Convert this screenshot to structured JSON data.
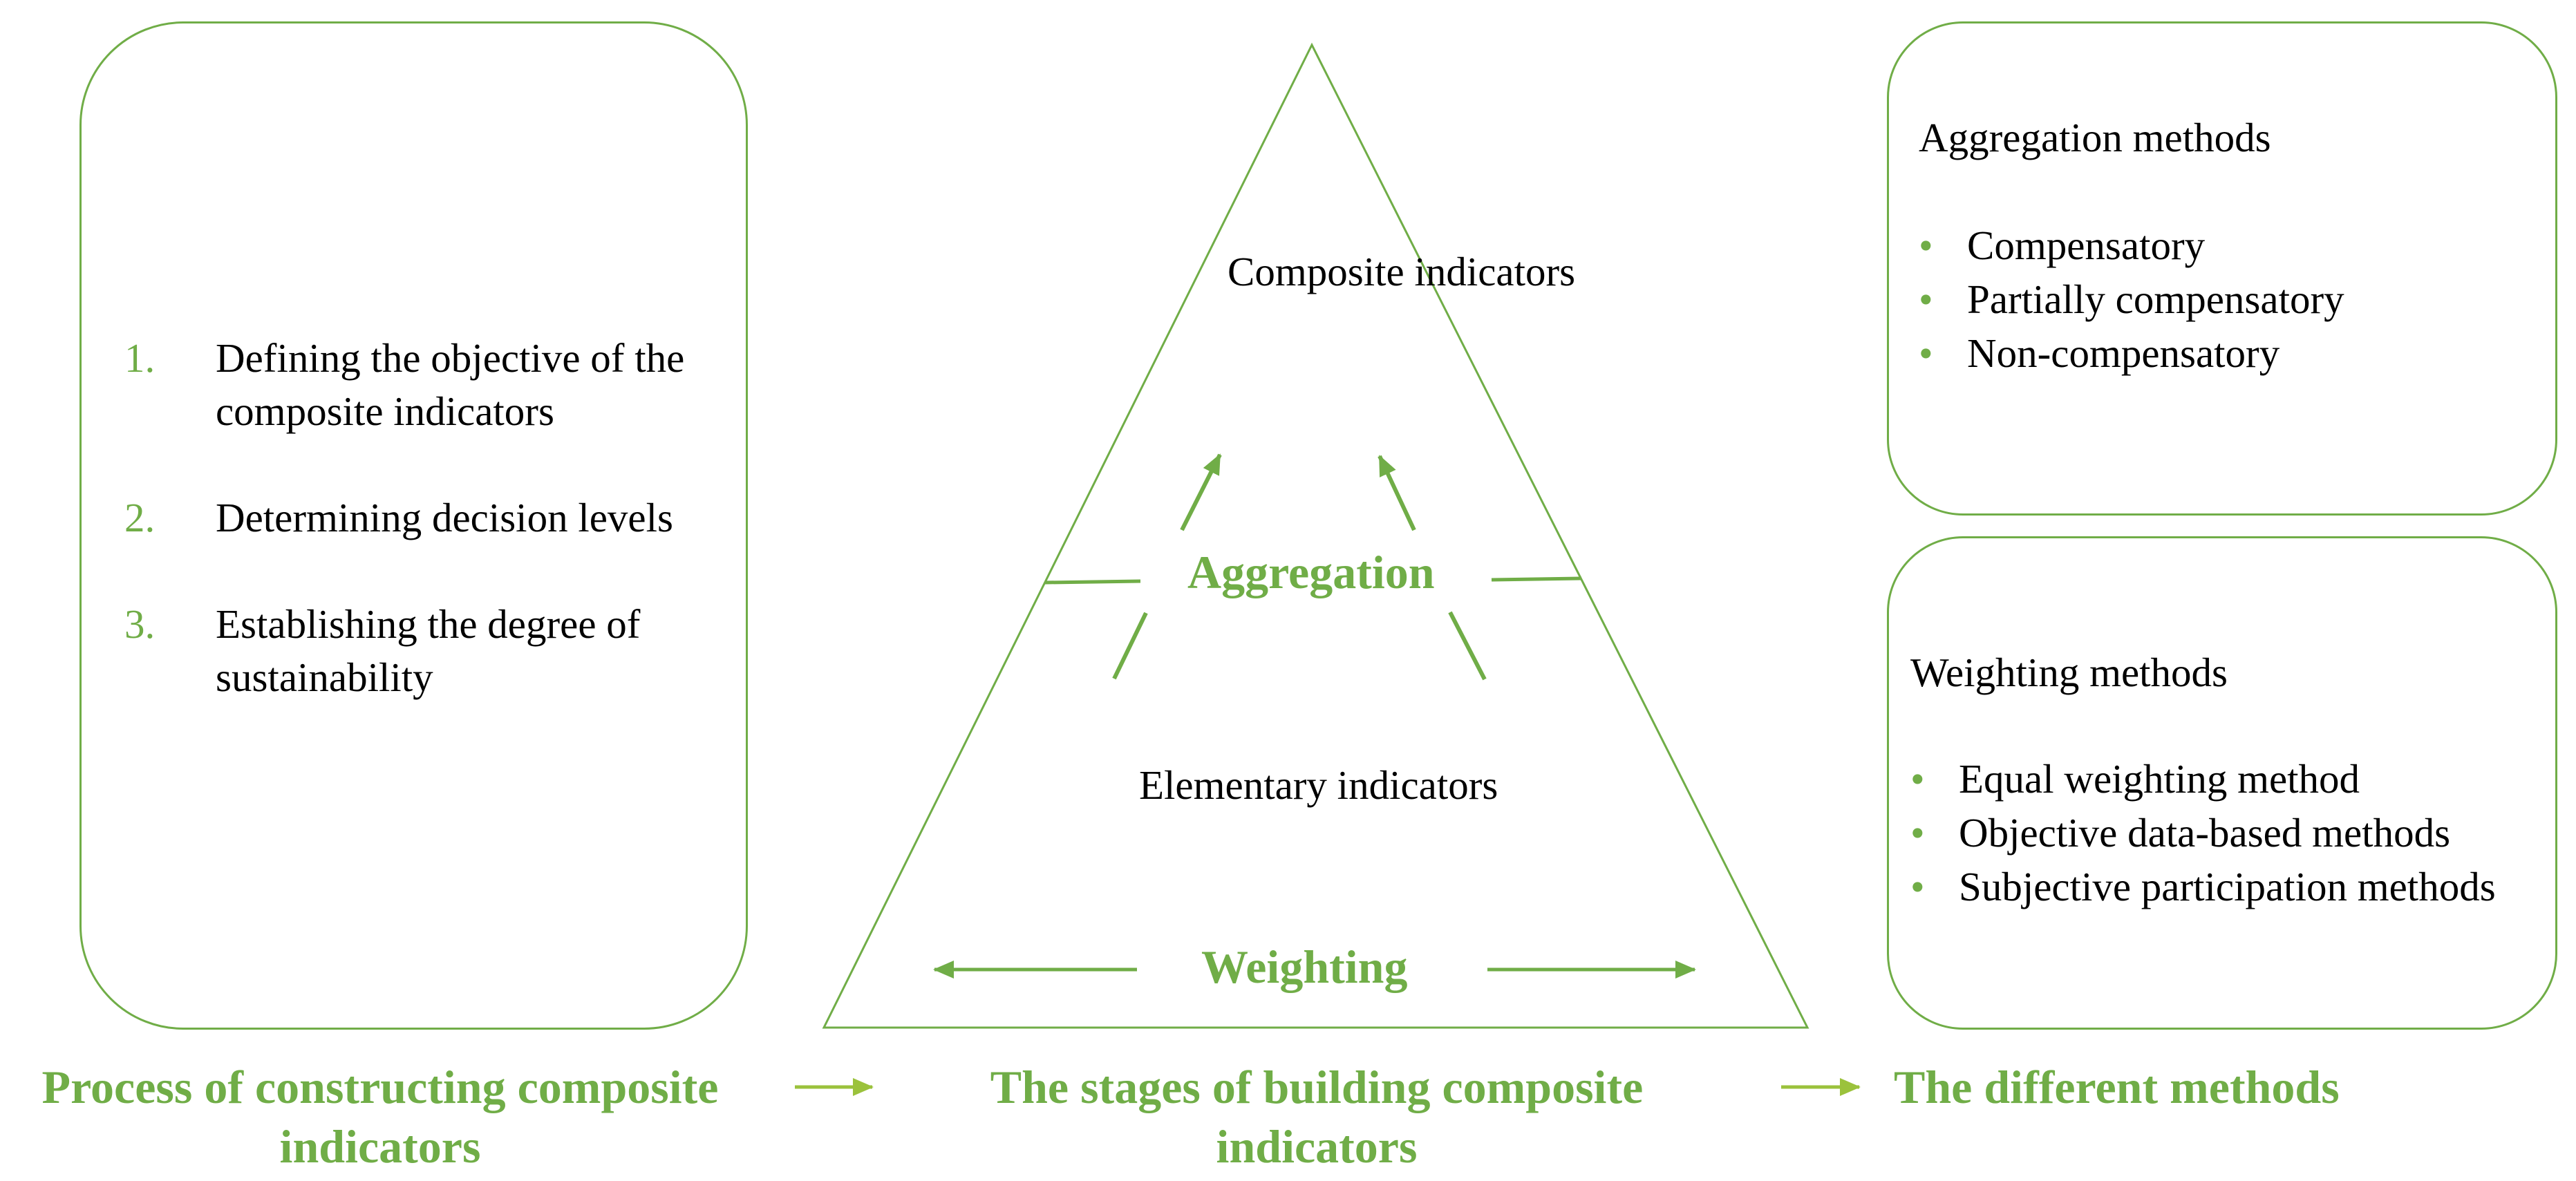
{
  "process": {
    "steps": [
      {
        "num": "1.",
        "text": "Defining the objective of the composite indicators"
      },
      {
        "num": "2.",
        "text": "Determining decision levels"
      },
      {
        "num": "3.",
        "text": "Establishing the degree of sustainability"
      }
    ],
    "caption": "Process of constructing composite indicators"
  },
  "pyramid": {
    "top_label": "Composite indicators",
    "middle_label": "Aggregation",
    "base_label": "Elementary indicators",
    "bottom_label": "Weighting",
    "caption": "The stages of building  composite indicators"
  },
  "aggregation": {
    "title": "Aggregation methods",
    "items": [
      "Compensatory",
      "Partially compensatory",
      "Non-compensatory"
    ]
  },
  "weighting": {
    "title": "Weighting methods",
    "items": [
      "Equal weighting method",
      "Objective data-based methods",
      "Subjective participation methods"
    ]
  },
  "methods_caption": "The different methods",
  "bullet_symbol": "•",
  "accent_color": "#70ad47"
}
